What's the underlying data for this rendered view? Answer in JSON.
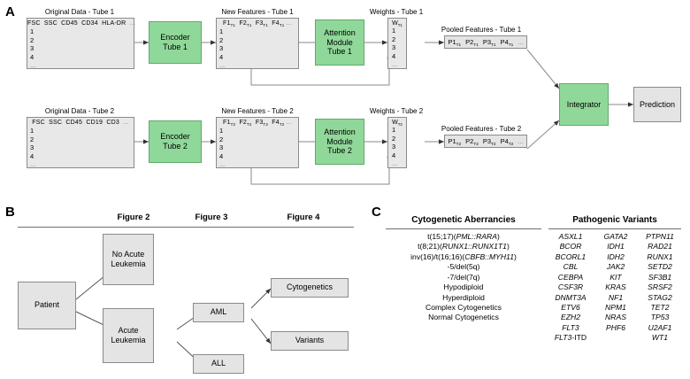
{
  "panels": {
    "a": "A",
    "b": "B",
    "c": "C"
  },
  "panelA": {
    "tube1": {
      "original_caption": "Original Data - Tube 1",
      "original_headers": [
        "FSC",
        "SSC",
        "CD45",
        "CD34",
        "HLA-DR",
        "..."
      ],
      "row_numbers": [
        "1",
        "2",
        "3",
        "4",
        "..."
      ],
      "encoder_label": "Encoder\nTube 1",
      "newfeat_caption": "New Features - Tube 1",
      "newfeat_headers": [
        "F1",
        "F2",
        "F3",
        "F4",
        "..."
      ],
      "subscript": "T1",
      "attention_label": "Attention\nModule\nTube 1",
      "weights_caption": "Weights - Tube 1",
      "weights_symbol": "W",
      "pooled_caption": "Pooled Features - Tube 1",
      "pooled_items": [
        "P1",
        "P2",
        "P3",
        "P4",
        "..."
      ]
    },
    "tube2": {
      "original_caption": "Original Data - Tube 2",
      "original_headers": [
        "FSC",
        "SSC",
        "CD45",
        "CD19",
        "CD3",
        "..."
      ],
      "row_numbers": [
        "1",
        "2",
        "3",
        "4",
        "..."
      ],
      "encoder_label": "Encoder\nTube 2",
      "newfeat_caption": "New Features - Tube 2",
      "newfeat_headers": [
        "F1",
        "F2",
        "F3",
        "F4",
        "..."
      ],
      "subscript": "T2",
      "attention_label": "Attention\nModule\nTube 2",
      "weights_caption": "Weights - Tube 2",
      "weights_symbol": "W",
      "pooled_caption": "Pooled Features - Tube 2",
      "pooled_items": [
        "P1",
        "P2",
        "P3",
        "P4",
        "..."
      ]
    },
    "integrator_label": "Integrator",
    "prediction_label": "Prediction"
  },
  "panelB": {
    "figure_headers": [
      "Figure 2",
      "Figure 3",
      "Figure 4"
    ],
    "nodes": {
      "patient": "Patient",
      "no_acute": "No Acute\nLeukemia",
      "acute": "Acute\nLeukemia",
      "aml": "AML",
      "all": "ALL",
      "cytogenetics": "Cytogenetics",
      "variants": "Variants"
    }
  },
  "panelC": {
    "cyto_title": "Cytogenetic Aberrancies",
    "variants_title": "Pathogenic Variants",
    "cytogenetics": [
      {
        "pre": "t(15;17)(",
        "gene": "PML::RARA",
        "post": ")"
      },
      {
        "pre": "t(8;21)(",
        "gene": "RUNX1::RUNX1T1",
        "post": ")"
      },
      {
        "pre": "inv(16)/t(16;16)(",
        "gene": "CBFB::MYH11",
        "post": ")"
      },
      {
        "pre": "-5/del(5q)",
        "gene": "",
        "post": ""
      },
      {
        "pre": "-7/del(7q)",
        "gene": "",
        "post": ""
      },
      {
        "pre": "Hypodiploid",
        "gene": "",
        "post": ""
      },
      {
        "pre": "Hyperdiploid",
        "gene": "",
        "post": ""
      },
      {
        "pre": "Complex Cytogenetics",
        "gene": "",
        "post": ""
      },
      {
        "pre": "Normal Cytogenetics",
        "gene": "",
        "post": ""
      }
    ],
    "variants_col1": [
      "ASXL1",
      "BCOR",
      "BCORL1",
      "CBL",
      "CEBPA",
      "CSF3R",
      "DNMT3A",
      "ETV6",
      "EZH2",
      "FLT3",
      "FLT3-ITD"
    ],
    "variants_col2": [
      "GATA2",
      "IDH1",
      "IDH2",
      "JAK2",
      "KIT",
      "KRAS",
      "NF1",
      "NPM1",
      "NRAS",
      "PHF6"
    ],
    "variants_col3": [
      "PTPN11",
      "RAD21",
      "RUNX1",
      "SETD2",
      "SF3B1",
      "SRSF2",
      "STAG2",
      "TET2",
      "TP53",
      "U2AF1",
      "WT1"
    ]
  },
  "colors": {
    "green": "#90d89a",
    "gray": "#e4e4e4",
    "line": "#8a8a8a"
  }
}
